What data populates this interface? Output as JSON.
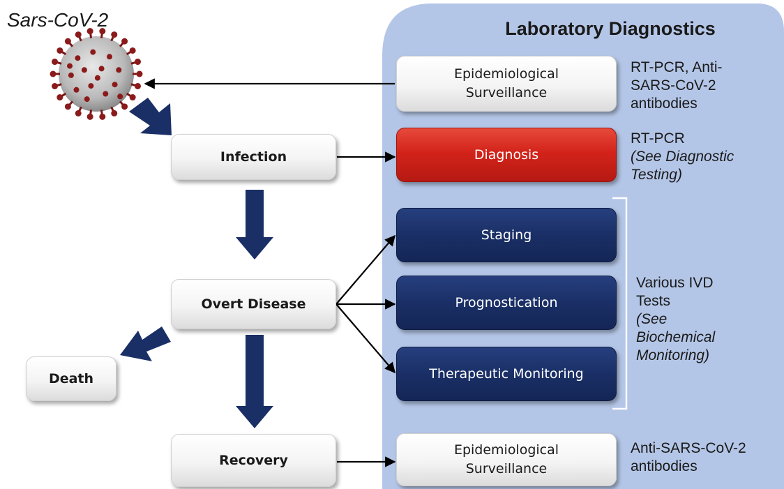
{
  "virus_label": "Sars-CoV-2",
  "lab_panel": {
    "title": "Laboratory Diagnostics",
    "panel_color": "#b4c6e7"
  },
  "patient_path": {
    "infection": "Infection",
    "overt_disease": "Overt Disease",
    "death": "Death",
    "recovery": "Recovery"
  },
  "lab_steps": {
    "surveillance_top": [
      "Epidemiological",
      "Surveillance"
    ],
    "diagnosis": "Diagnosis",
    "staging": "Staging",
    "prognostication": "Prognostication",
    "therapeutic_monitoring": "Therapeutic Monitoring",
    "surveillance_bottom": [
      "Epidemiological",
      "Surveillance"
    ]
  },
  "test_notes": {
    "surveillance_top": [
      "RT-PCR, Anti-",
      "SARS-CoV-2",
      "antibodies"
    ],
    "diagnosis": {
      "main": "RT-PCR",
      "ref_lines": [
        "(See Diagnostic",
        "Testing)"
      ]
    },
    "disease_monitoring": {
      "main_lines": [
        "Various IVD",
        "Tests"
      ],
      "ref_lines": [
        "(See",
        "Biochemical",
        "Monitoring)"
      ]
    },
    "surveillance_bottom": [
      "Anti-SARS-CoV-2",
      "antibodies"
    ]
  },
  "colors": {
    "diagnosis_box": "#d3231a",
    "monitoring_boxes": "#1a2f66",
    "flow_arrows": "#1a2f66",
    "virus_body": "#c8c8c8",
    "virus_spikes": "#8b1a1a"
  }
}
